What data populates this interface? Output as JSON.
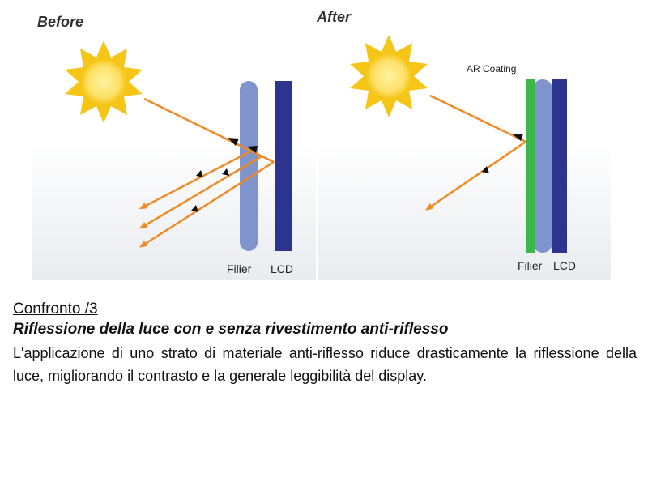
{
  "figure": {
    "before": {
      "title": "Before",
      "filter_label": "Filier",
      "lcd_label": "LCD"
    },
    "after": {
      "title": "After",
      "coating_label": "AR Coating",
      "filter_label": "Filier",
      "lcd_label": "LCD"
    },
    "colors": {
      "sun_rays": "#f5c518",
      "sun_core": "#fde066",
      "light_ray": "#f08a24",
      "filter": "#7f94cc",
      "lcd": "#2b3590",
      "ar_coating": "#3cb84a",
      "background_gradient_end": "#e9ebef"
    }
  },
  "text": {
    "title": "Confronto /3",
    "subtitle": "Riflessione della luce con e senza rivestimento anti-riflesso",
    "body": "L'applicazione di uno strato di materiale anti-riflesso riduce drasticamente la riflessione della luce, migliorando il contrasto e la generale leggibilità del display."
  }
}
